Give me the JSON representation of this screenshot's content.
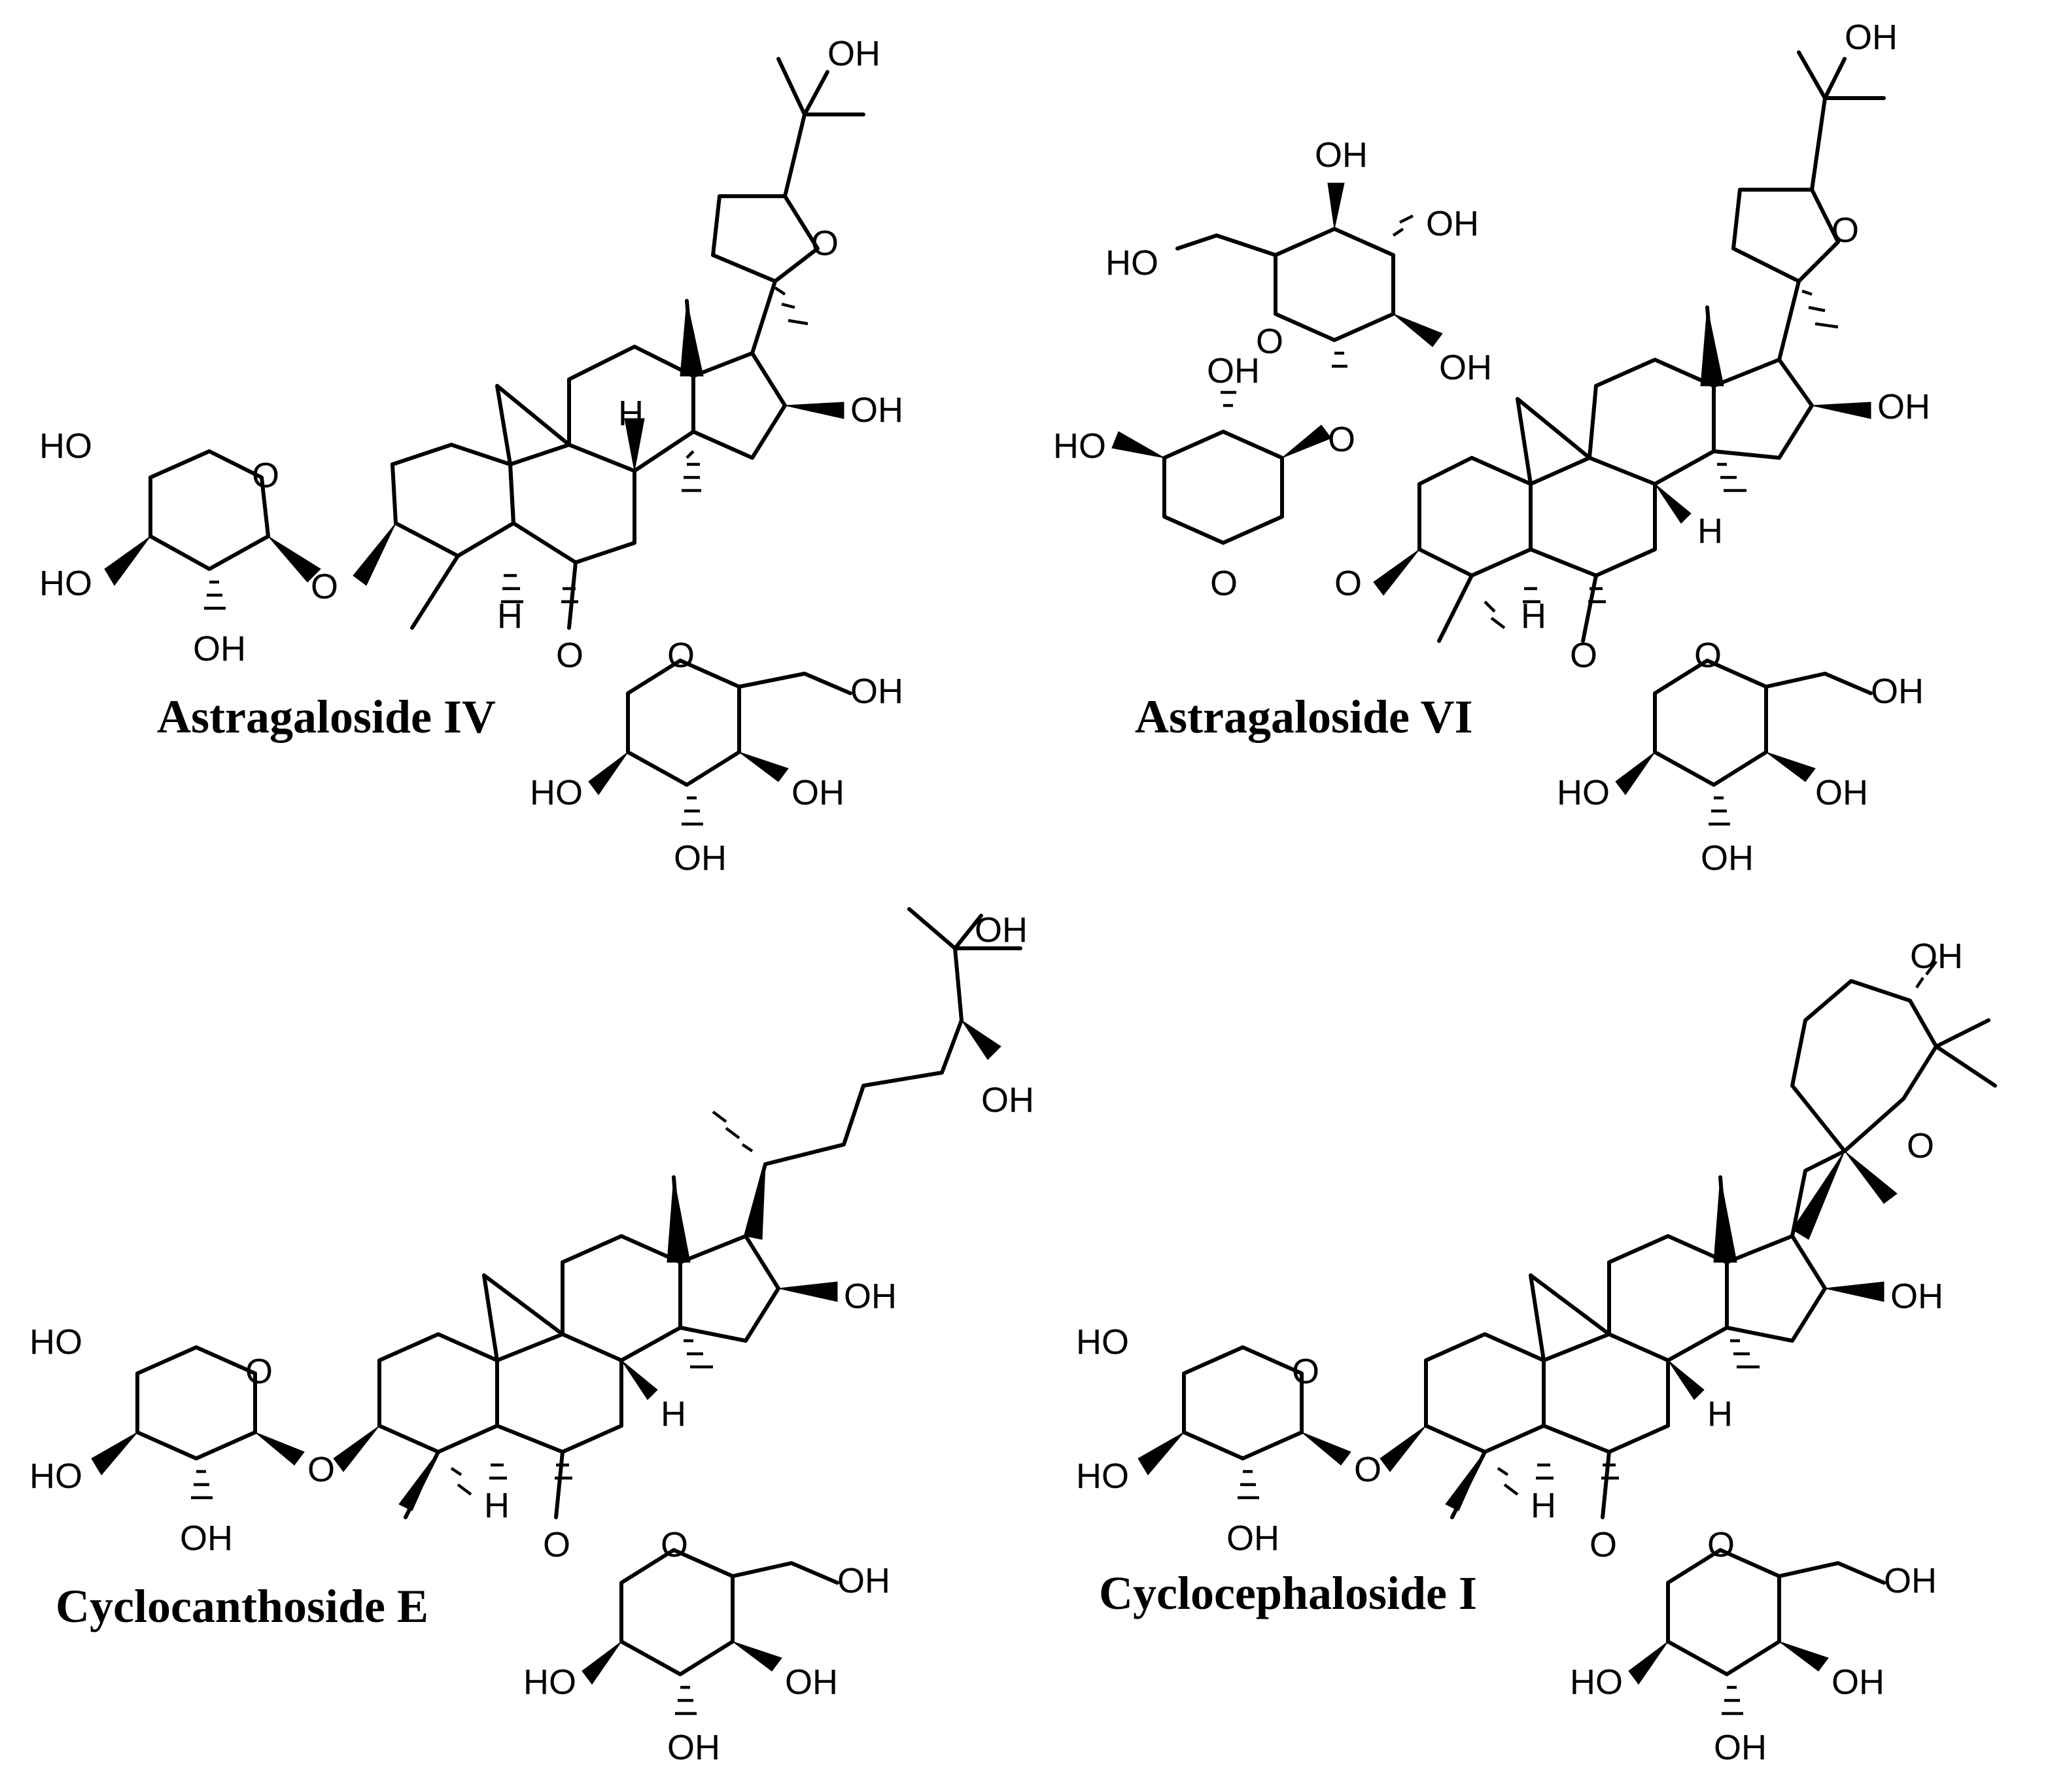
{
  "colors": {
    "ink": "#000000",
    "background": "#ffffff"
  },
  "compounds": [
    {
      "name": "Astragaloside IV",
      "labels": {
        "side_oh": "OH",
        "ring_o": "O",
        "c16_oh": "OH",
        "xyl_o": "O",
        "xyl_link_o": "O",
        "xyl_ho_top": "HO",
        "xyl_ho_mid": "HO",
        "xyl_oh_bot": "OH",
        "glc_o": "O",
        "glc_link_o": "O",
        "glc_ch2oh": "OH",
        "glc_ho": "HO",
        "glc_oh_right": "OH",
        "glc_oh_bot": "OH",
        "h8": "H",
        "h5": "H"
      }
    },
    {
      "name": "Astragaloside VI",
      "labels": {
        "side_oh": "OH",
        "ring_o": "O",
        "c16_oh": "OH",
        "xyl_o": "O",
        "xyl_link_o": "O",
        "xyl_ho_top": "HO",
        "xyl_oh_top": "OH",
        "glc2_o": "O",
        "glc2_link_o": "O",
        "glc2_ho_ch2": "HO",
        "glc2_oh_top": "OH",
        "glc2_oh_right": "OH",
        "glc2_oh_bot": "OH",
        "glc_o": "O",
        "glc_link_o": "O",
        "glc_ch2oh": "OH",
        "glc_ho": "HO",
        "glc_oh_right": "OH",
        "glc_oh_bot": "OH",
        "h8": "H",
        "h5": "H"
      }
    },
    {
      "name": "Cyclocanthoside E",
      "labels": {
        "side_oh_top": "OH",
        "side_oh_24": "OH",
        "c16_oh": "OH",
        "xyl_o": "O",
        "xyl_link_o": "O",
        "xyl_ho_top": "HO",
        "xyl_ho_mid": "HO",
        "xyl_oh_bot": "OH",
        "glc_o": "O",
        "glc_link_o": "O",
        "glc_ch2oh": "OH",
        "glc_ho": "HO",
        "glc_oh_right": "OH",
        "glc_oh_bot": "OH",
        "h8": "H",
        "h5": "H"
      }
    },
    {
      "name": "Cyclocephaloside I",
      "labels": {
        "side_oh": "OH",
        "ring_o": "O",
        "c16_oh": "OH",
        "xyl_o": "O",
        "xyl_link_o": "O",
        "xyl_ho_top": "HO",
        "xyl_ho_mid": "HO",
        "xyl_oh_bot": "OH",
        "glc_o": "O",
        "glc_link_o": "O",
        "glc_ch2oh": "OH",
        "glc_ho": "HO",
        "glc_oh_right": "OH",
        "glc_oh_bot": "OH",
        "h8": "H",
        "h5": "H"
      }
    }
  ]
}
